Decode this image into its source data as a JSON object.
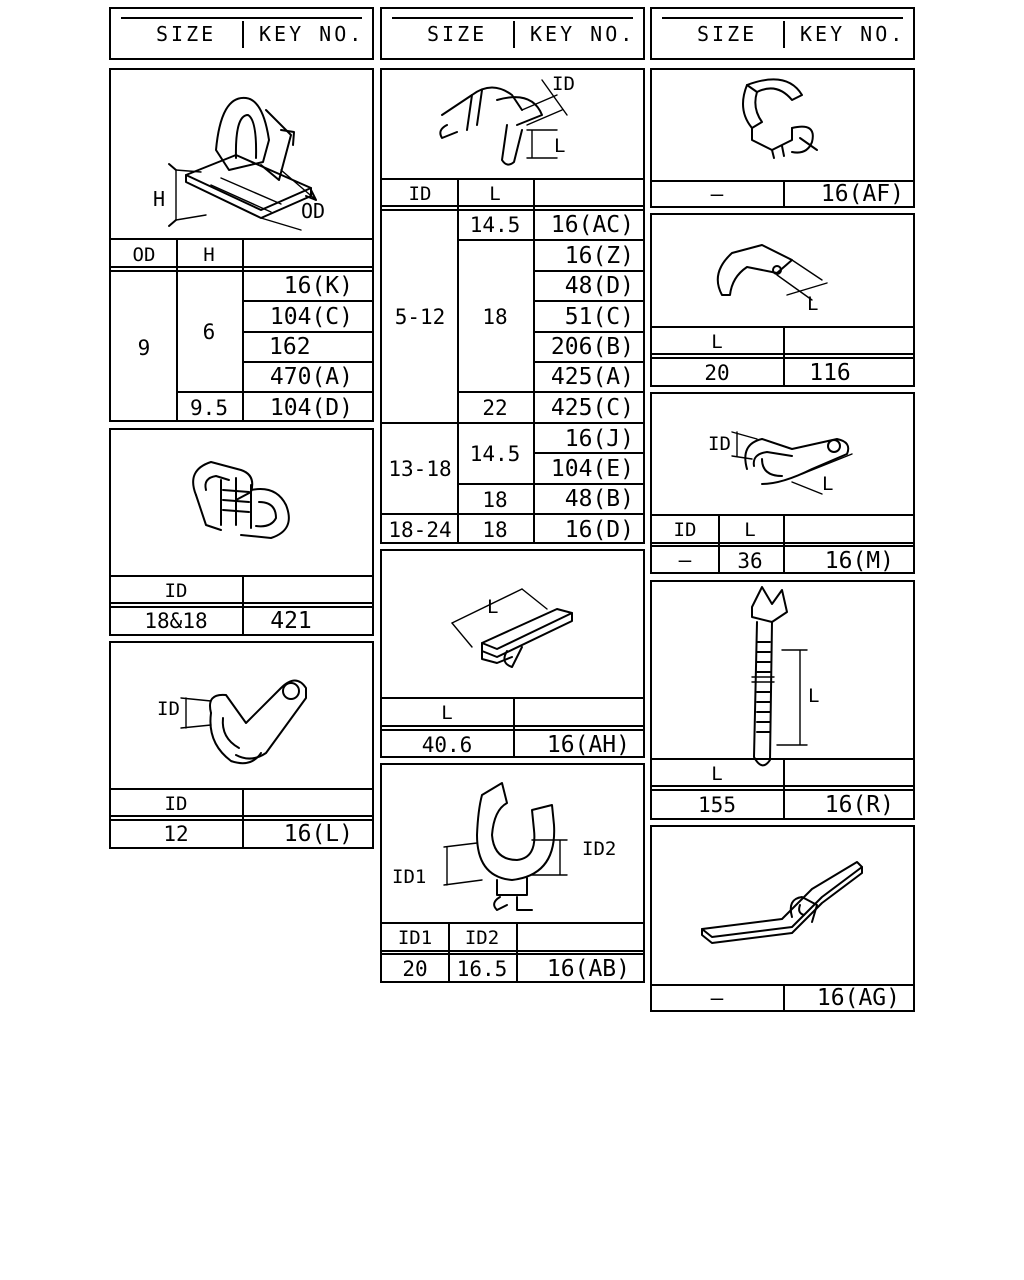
{
  "headers": [
    {
      "size": "SIZE",
      "key": "KEY NO."
    },
    {
      "size": "SIZE",
      "key": "KEY NO."
    },
    {
      "size": "SIZE",
      "key": "KEY NO."
    }
  ],
  "clip_od_h": {
    "labels": {
      "h": "H",
      "od": "OD"
    },
    "col_od": "OD",
    "col_h": "H",
    "od": "9",
    "h1": "6",
    "h2": "9.5",
    "keys": [
      "16(K)",
      "104(C)",
      "162",
      "470(A)",
      "104(D)"
    ]
  },
  "clip_id_18": {
    "col_id": "ID",
    "id": "18&18",
    "key": "421"
  },
  "clip_id_12": {
    "label_id": "ID",
    "col_id": "ID",
    "id": "12",
    "key": "16(L)"
  },
  "clip_id_l": {
    "labels": {
      "id": "ID",
      "l": "L"
    },
    "col_id": "ID",
    "col_l": "L",
    "rows": [
      {
        "id": "5-12",
        "l": "14.5",
        "key": "16(AC)"
      },
      {
        "l": "18",
        "key": "16(Z)"
      },
      {
        "key": "48(D)"
      },
      {
        "key": "51(C)"
      },
      {
        "key": "206(B)"
      },
      {
        "key": "425(A)"
      },
      {
        "l": "22",
        "key": "425(C)"
      },
      {
        "id": "13-18",
        "l": "14.5",
        "key": "16(J)"
      },
      {
        "key": "104(E)"
      },
      {
        "l": "18",
        "key": "48(B)"
      },
      {
        "id": "18-24",
        "l": "18",
        "key": "16(D)"
      }
    ]
  },
  "clip_l_40": {
    "label_l": "L",
    "col_l": "L",
    "l": "40.6",
    "key": "16(AH)"
  },
  "clip_id1_id2": {
    "label_id1": "ID1",
    "label_id2": "ID2",
    "col_id1": "ID1",
    "col_id2": "ID2",
    "id1": "20",
    "id2": "16.5",
    "key": "16(AB)"
  },
  "clip_af": {
    "size": "—",
    "key": "16(AF)"
  },
  "clip_l_20": {
    "label_l": "L",
    "col_l": "L",
    "l": "20",
    "key": "116"
  },
  "clip_m": {
    "label_id": "ID",
    "label_l": "L",
    "col_id": "ID",
    "col_l": "L",
    "id": "—",
    "l": "36",
    "key": "16(M)"
  },
  "clip_r": {
    "label_l": "L",
    "col_l": "L",
    "l": "155",
    "key": "16(R)"
  },
  "clip_ag": {
    "size": "—",
    "key": "16(AG)"
  }
}
